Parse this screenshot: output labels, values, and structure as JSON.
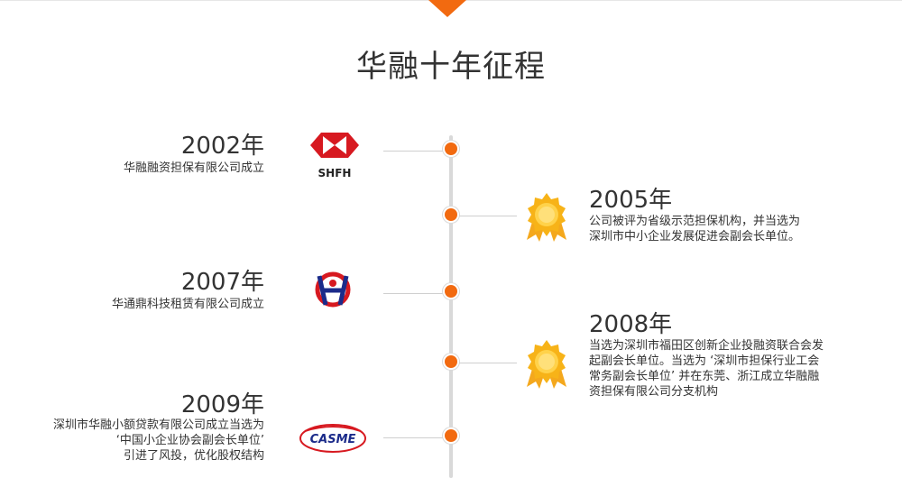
{
  "title": "华融十年征程",
  "colors": {
    "accent": "#f26a10",
    "axis": "#d9d9d9",
    "text": "#333333",
    "logo_red": "#d71920",
    "logo_navy": "#1b2b8a"
  },
  "events": [
    {
      "year": "2002年",
      "lines": [
        "华融融资担保有限公司成立"
      ],
      "icon": "shfh-logo",
      "logo_text": "SHFH"
    },
    {
      "year": "2005年",
      "lines": [
        "公司被评为省级示范担保机构，并当选为",
        "深圳市中小企业发展促进会副会长单位。"
      ],
      "icon": "gold-medal-icon"
    },
    {
      "year": "2007年",
      "lines": [
        "华通鼎科技租赁有限公司成立"
      ],
      "icon": "huatong-logo"
    },
    {
      "year": "2008年",
      "lines": [
        "当选为深圳市福田区创新企业投融资联合会发",
        "起副会长单位。当选为 ‘深圳市担保行业工会",
        "常务副会长单位’ 并在东莞、浙江成立华融融",
        "资担保有限公司分支机构"
      ],
      "icon": "gold-medal-icon"
    },
    {
      "year": "2009年",
      "lines": [
        "深圳市华融小额贷款有限公司成立当选为",
        "‘中国小企业协会副会长单位’",
        "引进了风投，优化股权结构"
      ],
      "icon": "casme-logo",
      "logo_text": "CASME"
    }
  ]
}
